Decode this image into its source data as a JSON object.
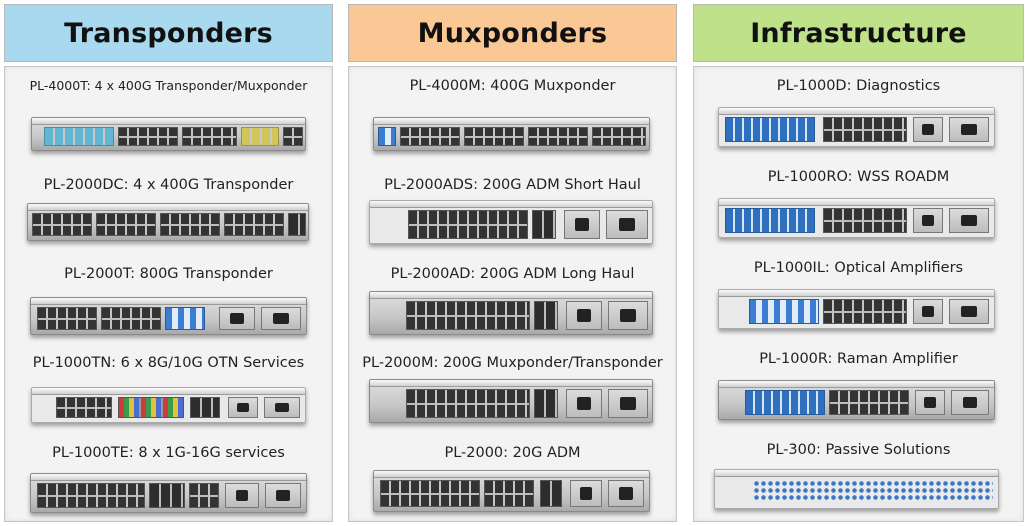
{
  "columns": [
    {
      "title": "Transponders",
      "items": [
        {
          "label": "PL-4000T: 4 x 400G Transponder/Muxponder"
        },
        {
          "label": "PL-2000DC: 4 x 400G Transponder"
        },
        {
          "label": "PL-2000T: 800G Transponder"
        },
        {
          "label": "PL-1000TN: 6 x 8G/10G OTN Services"
        },
        {
          "label": "PL-1000TE: 8 x 1G-16G services"
        }
      ]
    },
    {
      "title": "Muxponders",
      "items": [
        {
          "label": "PL-4000M: 400G Muxponder"
        },
        {
          "label": "PL-2000ADS: 200G ADM Short Haul"
        },
        {
          "label": "PL-2000AD: 200G ADM Long Haul"
        },
        {
          "label": "PL-2000M: 200G Muxponder/Transponder"
        },
        {
          "label": "PL-2000: 20G ADM"
        }
      ]
    },
    {
      "title": "Infrastructure",
      "items": [
        {
          "label": "PL-1000D: Diagnostics"
        },
        {
          "label": "PL-1000RO: WSS ROADM"
        },
        {
          "label": "PL-1000IL: Optical Amplifiers"
        },
        {
          "label": "PL-1000R: Raman Amplifier"
        },
        {
          "label": "PL-300: Passive Solutions"
        }
      ]
    }
  ],
  "colors": {
    "transponders_header": "#a9d9ee",
    "muxponders_header": "#f9c894",
    "infrastructure_header": "#bfe18a",
    "panel_background": "#f3f3f3"
  }
}
